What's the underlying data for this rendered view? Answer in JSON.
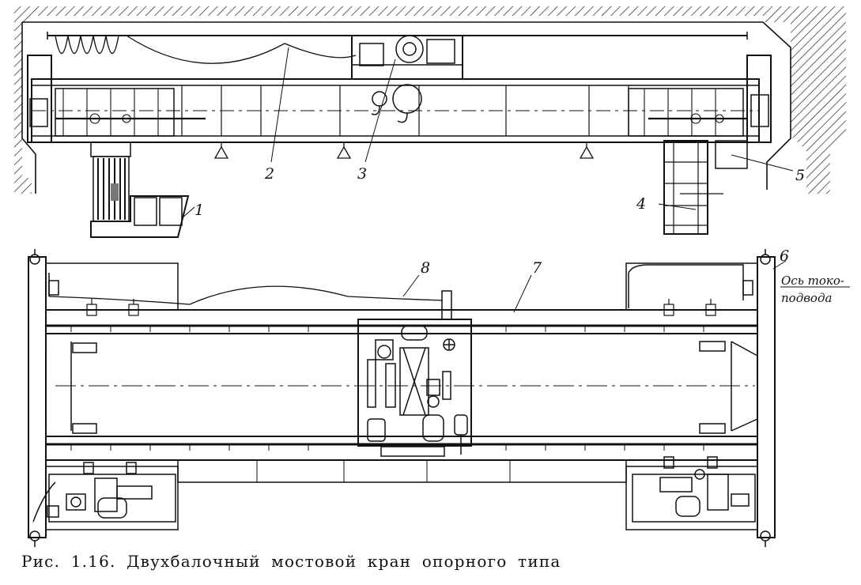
{
  "caption": "Рис. 1.16. Двухбалочный мостовой кран опорного типа",
  "labels": {
    "l1": "1",
    "l2": "2",
    "l3": "3",
    "l4": "4",
    "l5": "5",
    "l6": "6",
    "l7": "7",
    "l8": "8",
    "axis_line1": "Ось токо-",
    "axis_line2": "подвода"
  },
  "colors": {
    "ink": "#111111",
    "paper": "#ffffff",
    "shade": "#777777"
  }
}
